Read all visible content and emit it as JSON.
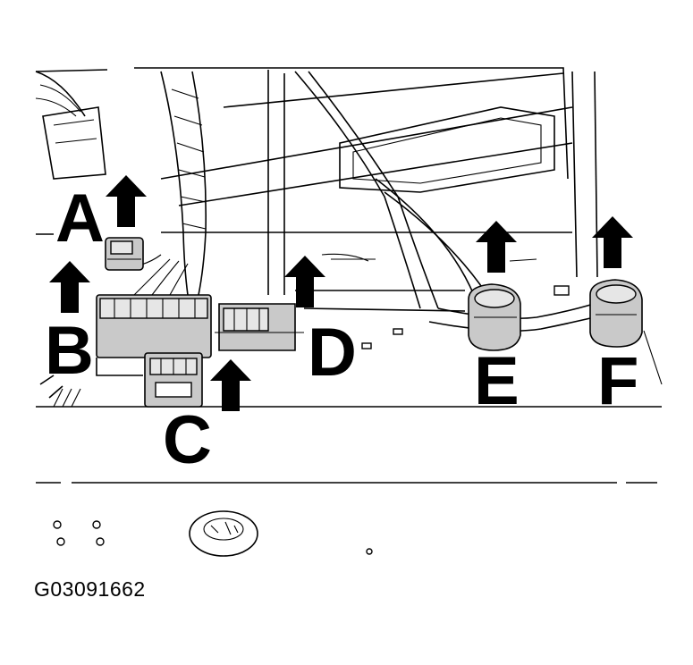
{
  "figure": {
    "id_code": "G03091662"
  },
  "callouts": {
    "a": "A",
    "b": "B",
    "c": "C",
    "d": "D",
    "e": "E",
    "f": "F"
  },
  "colors": {
    "ink": "#000000",
    "connector_shade": "#c9c9c9",
    "background": "#ffffff"
  }
}
